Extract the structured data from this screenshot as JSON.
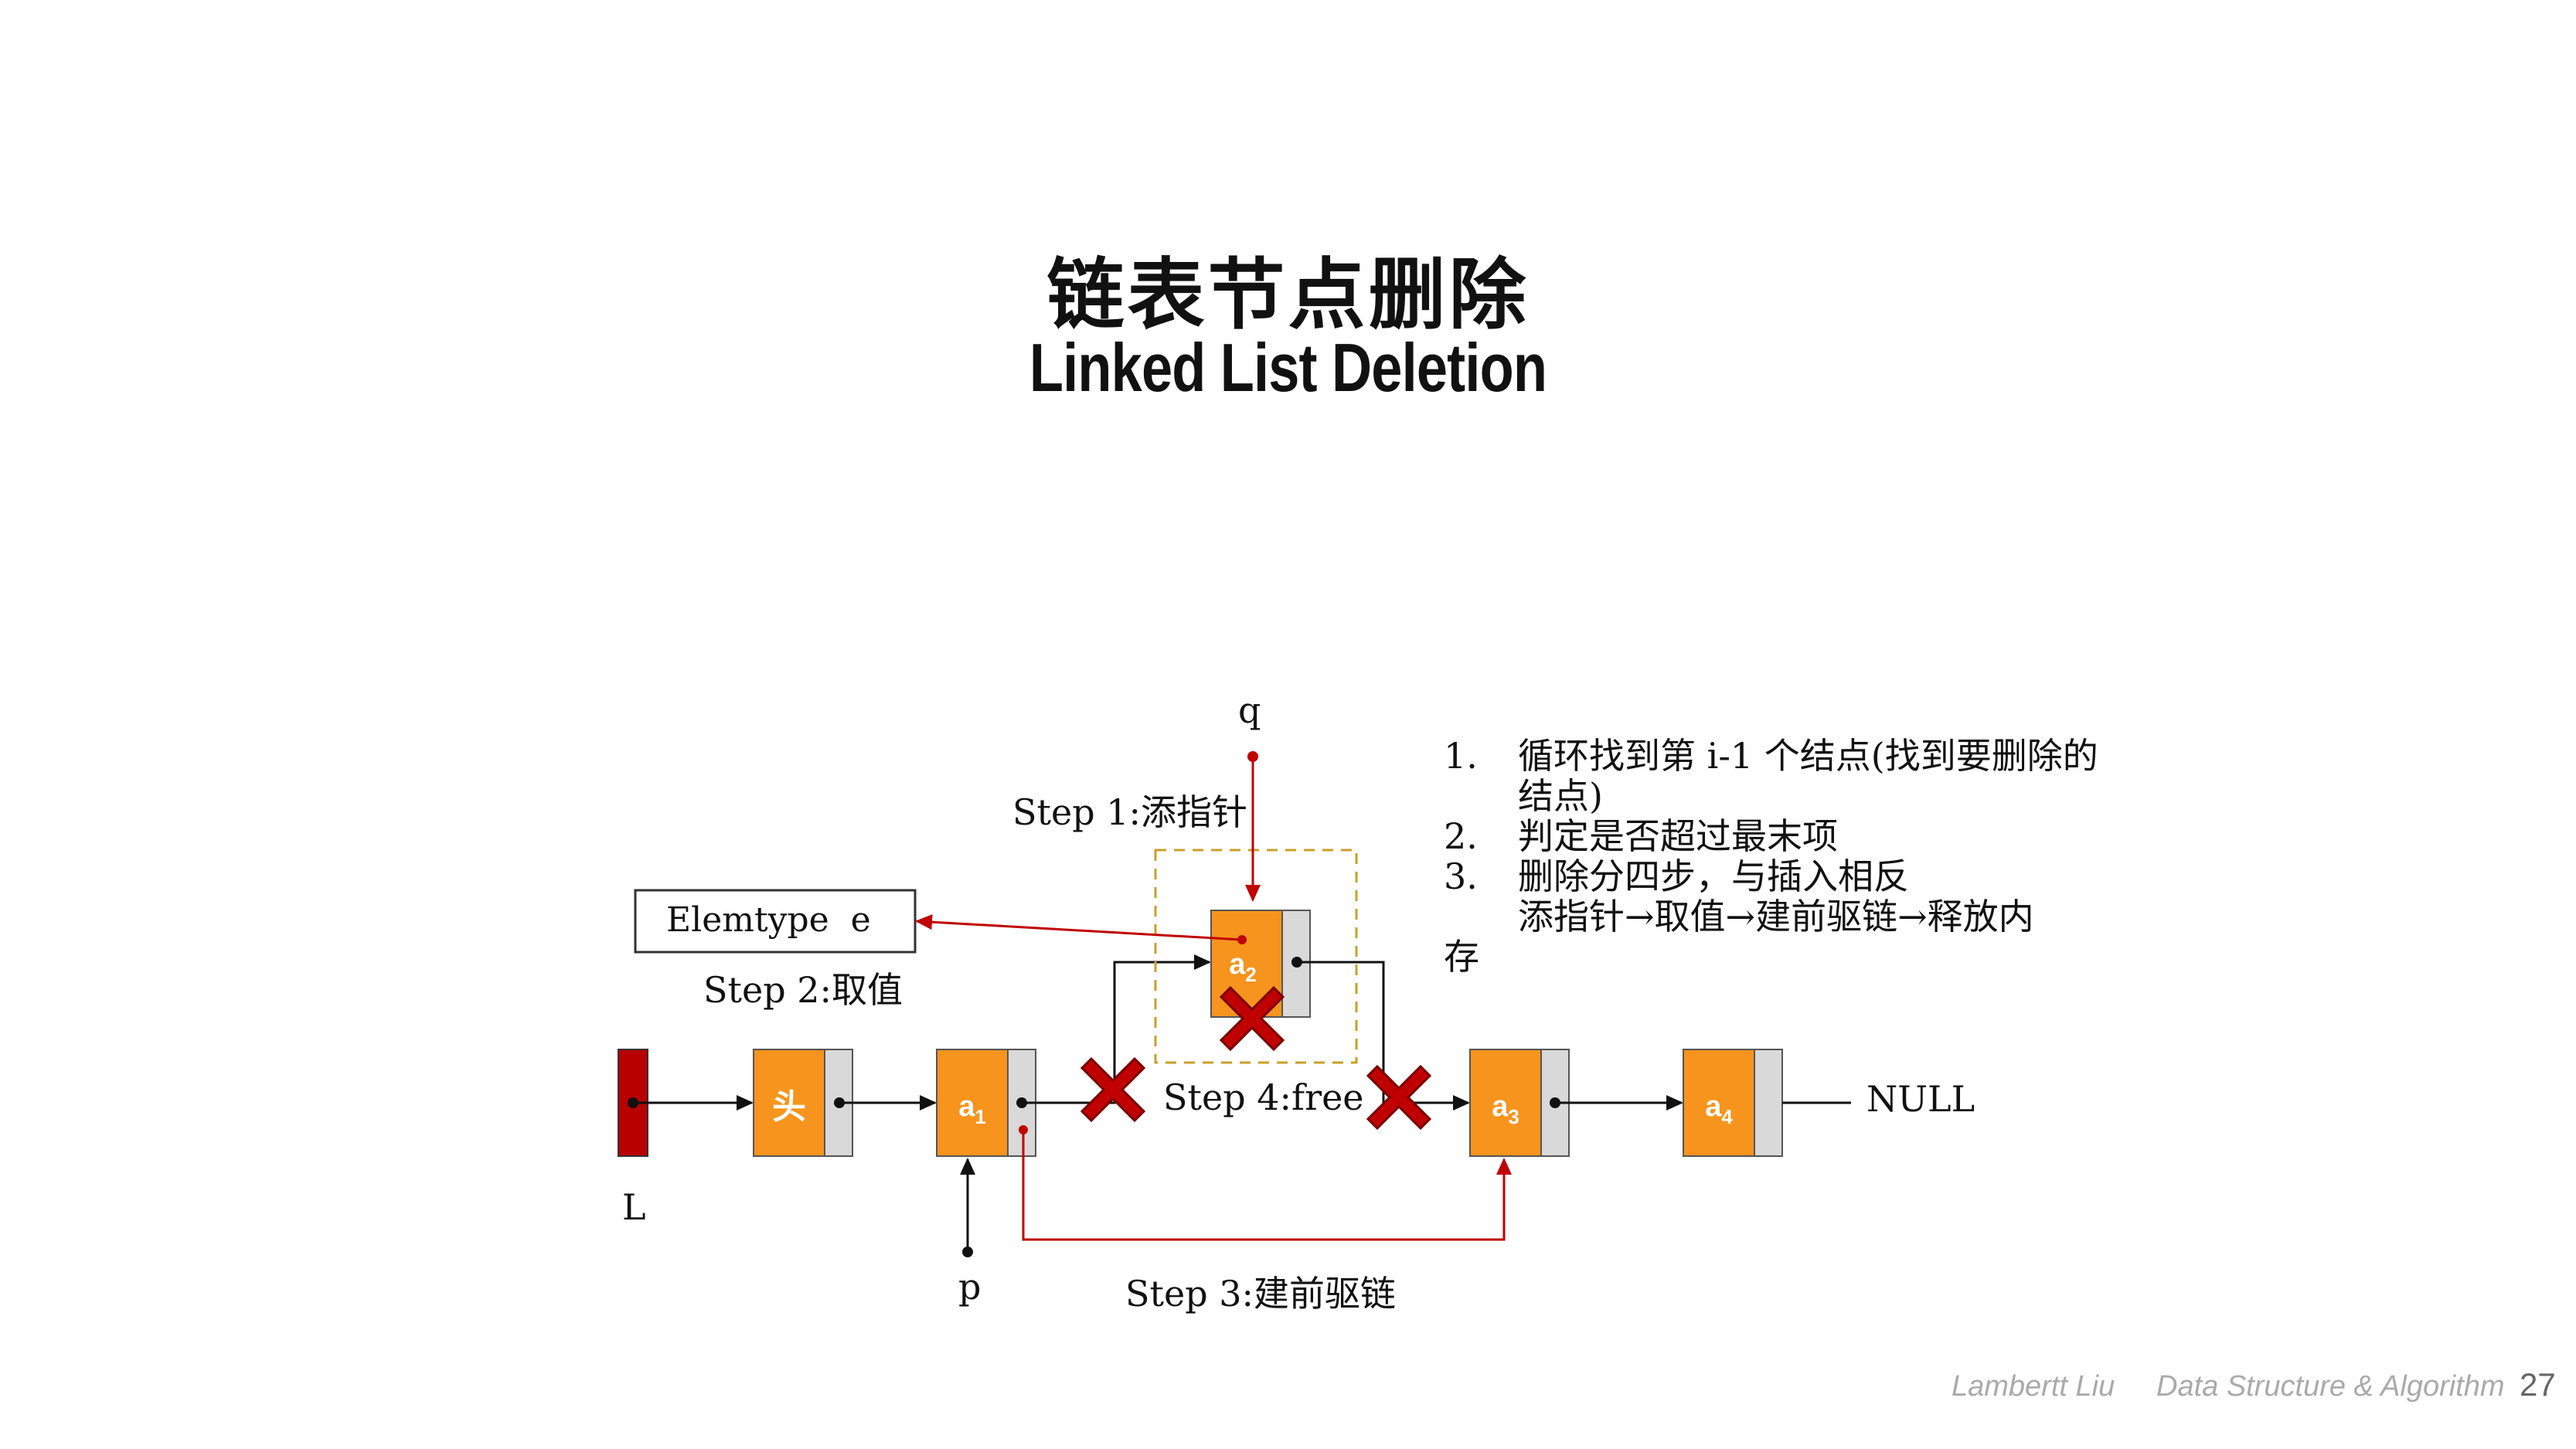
{
  "slide": {
    "title_zh": "链表节点删除",
    "title_en": "Linked List Deletion",
    "page_number": "27"
  },
  "footer": {
    "author": "Lambertt Liu",
    "course": "Data Structure & Algorithm"
  },
  "diagram": {
    "head_pointer_label": "L",
    "head_node_label": "头",
    "node_labels": [
      {
        "base": "a",
        "sub": "1"
      },
      {
        "base": "a",
        "sub": "2"
      },
      {
        "base": "a",
        "sub": "3"
      },
      {
        "base": "a",
        "sub": "4"
      }
    ],
    "null_label": "NULL",
    "pointer_p": "p",
    "pointer_q": "q",
    "elemtype_box": "Elemtype  e",
    "step1": "Step 1:添指针",
    "step2": "Step 2:取值",
    "step3": "Step 3:建前驱链",
    "step4": "Step 4:free"
  },
  "steps": [
    {
      "num": "1.",
      "text": "循环找到第 i-1 个结点(找到要删除的结点)"
    },
    {
      "num": "2.",
      "text": "判定是否超过最末项"
    },
    {
      "num": "3.",
      "text": "删除分四步，与插入相反"
    }
  ],
  "steps_continuation": "添指针→取值→建前驱链→释放内",
  "steps_continuation_overflow": "存",
  "colors": {
    "node_orange": "#f7941d",
    "pointer_gray": "#d9d9d9",
    "head_red": "#b80000",
    "delete_red": "#c00000",
    "dashed_gold": "#c8a02a",
    "footer_gray": "#aaaaaa"
  }
}
